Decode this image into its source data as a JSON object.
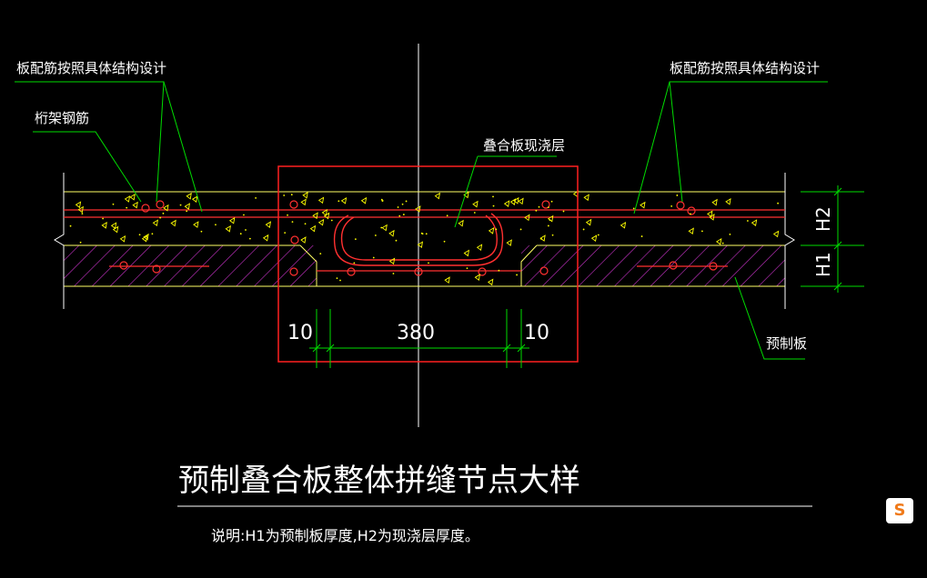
{
  "labels": {
    "rebar_note_left": "板配筋按照具体结构设计",
    "rebar_note_right": "板配筋按照具体结构设计",
    "truss_rebar": "桁架钢筋",
    "cast_layer": "叠合板现浇层",
    "precast_slab": "预制板",
    "h2": "H2",
    "h1": "H1",
    "dim_left": "10",
    "dim_mid": "380",
    "dim_right": "10"
  },
  "title": "预制叠合板整体拼缝节点大样",
  "note": "说明:H1为预制板厚度,H2为现浇层厚度。",
  "logo_glyph": "S",
  "colors": {
    "background": "#000000",
    "outline": "#ffff66",
    "detail_box": "#ff2020",
    "rebar": "#ff3030",
    "hatch": "#cc33cc",
    "leader": "#00dd00",
    "dimension": "#00dd00",
    "aggregate": "#ffff00",
    "logo": "#f07a1a"
  }
}
